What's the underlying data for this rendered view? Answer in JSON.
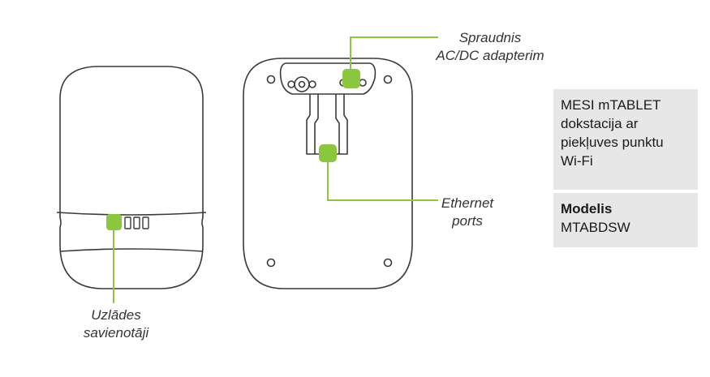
{
  "colors": {
    "accent_green": "#8dc63f",
    "outline": "#3a3a3a",
    "box_background": "#e7e7e8",
    "label_text": "#333333"
  },
  "callouts": {
    "charger": [
      "Uzlādes",
      "savienotāji"
    ],
    "adapter": [
      "Spraudnis",
      "AC/DC adapterim"
    ],
    "ethernet": [
      "Ethernet",
      "ports"
    ]
  },
  "product_box": {
    "lines": [
      "MESI mTABLET",
      "dokstacija ar",
      "piekļuves punktu",
      "Wi-Fi"
    ]
  },
  "model_box": {
    "heading": "Modelis",
    "value": "MTABDSW"
  }
}
